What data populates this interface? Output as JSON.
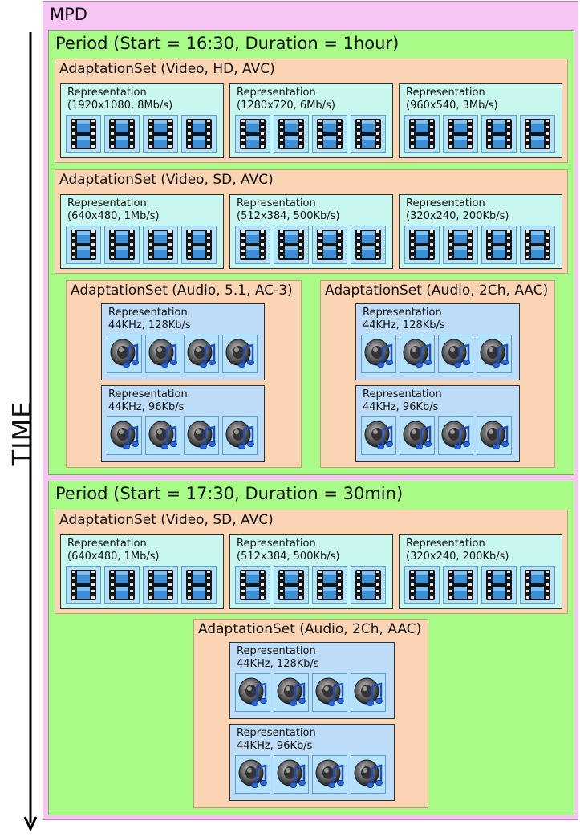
{
  "time_label": "TIME",
  "mpd": {
    "title": "MPD",
    "periods": [
      {
        "title": "Period (Start = 16:30, Duration = 1hour)",
        "adaptation_sets": [
          {
            "title": "AdaptationSet (Video, HD, AVC)",
            "kind": "video",
            "representations": [
              {
                "label": "Representation",
                "detail": "(1920x1080, 8Mb/s)"
              },
              {
                "label": "Representation",
                "detail": "(1280x720, 6Mb/s)"
              },
              {
                "label": "Representation",
                "detail": "(960x540, 3Mb/s)"
              }
            ]
          },
          {
            "title": "AdaptationSet (Video, SD, AVC)",
            "kind": "video",
            "representations": [
              {
                "label": "Representation",
                "detail": "(640x480, 1Mb/s)"
              },
              {
                "label": "Representation",
                "detail": "(512x384, 500Kb/s)"
              },
              {
                "label": "Representation",
                "detail": "(320x240, 200Kb/s)"
              }
            ]
          },
          {
            "title": "AdaptationSet (Audio, 5.1, AC-3)",
            "kind": "audio",
            "representations": [
              {
                "label": "Representation",
                "detail": "44KHz, 128Kb/s"
              },
              {
                "label": "Representation",
                "detail": "44KHz, 96Kb/s"
              }
            ]
          },
          {
            "title": "AdaptationSet (Audio, 2Ch, AAC)",
            "kind": "audio",
            "representations": [
              {
                "label": "Representation",
                "detail": "44KHz, 128Kb/s"
              },
              {
                "label": "Representation",
                "detail": "44KHz, 96Kb/s"
              }
            ]
          }
        ]
      },
      {
        "title": "Period (Start = 17:30, Duration = 30min)",
        "adaptation_sets": [
          {
            "title": "AdaptationSet (Video, SD, AVC)",
            "kind": "video",
            "representations": [
              {
                "label": "Representation",
                "detail": "(640x480, 1Mb/s)"
              },
              {
                "label": "Representation",
                "detail": "(512x384, 500Kb/s)"
              },
              {
                "label": "Representation",
                "detail": "(320x240, 200Kb/s)"
              }
            ]
          },
          {
            "title": "AdaptationSet (Audio, 2Ch, AAC)",
            "kind": "audio",
            "representations": [
              {
                "label": "Representation",
                "detail": "44KHz, 128Kb/s"
              },
              {
                "label": "Representation",
                "detail": "44KHz, 96Kb/s"
              }
            ]
          }
        ]
      }
    ]
  },
  "colors": {
    "mpd": "#f7c5f4",
    "period": "#a9fb88",
    "adaptation_set": "#fbd4b4",
    "video_representation": "#c8f7f0",
    "audio_representation": "#bcdcf7"
  },
  "icons": {
    "video_segment": "film-strip-icon",
    "audio_segment": "speaker-music-icon"
  },
  "segments_per_representation": 4
}
